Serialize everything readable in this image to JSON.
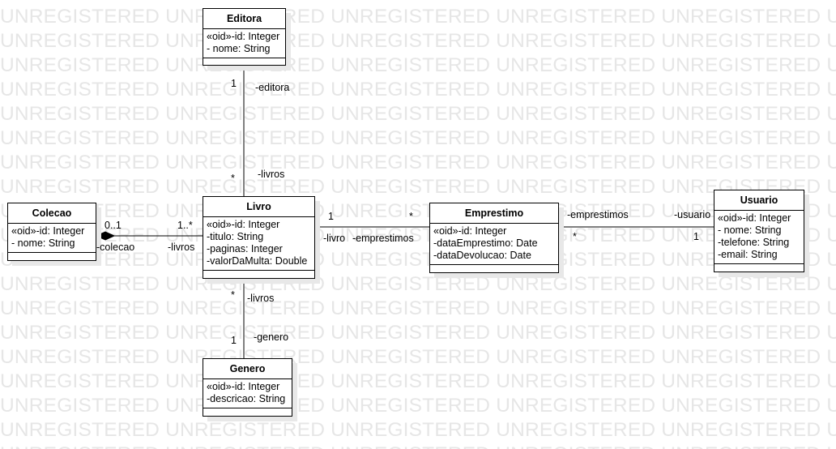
{
  "watermark": {
    "text": "UNREGISTERED"
  },
  "classes": {
    "editora": {
      "name": "Editora",
      "attrs": [
        "«oid»-id: Integer",
        "- nome: String"
      ]
    },
    "livro": {
      "name": "Livro",
      "attrs": [
        "«oid»-id: Integer",
        "-titulo: String",
        "-paginas: Integer",
        "-valorDaMulta: Double"
      ]
    },
    "colecao": {
      "name": "Colecao",
      "attrs": [
        "«oid»-id: Integer",
        "- nome: String"
      ]
    },
    "genero": {
      "name": "Genero",
      "attrs": [
        "«oid»-id: Integer",
        "-descricao: String"
      ]
    },
    "emprestimo": {
      "name": "Emprestimo",
      "attrs": [
        "«oid»-id: Integer",
        "-dataEmprestimo: Date",
        "-dataDevolucao: Date"
      ]
    },
    "usuario": {
      "name": "Usuario",
      "attrs": [
        "«oid»-id: Integer",
        "- nome: String",
        "-telefone: String",
        "-email: String"
      ]
    }
  },
  "associations": {
    "editora_livro": {
      "mult_top": "1",
      "role_top": "-editora",
      "mult_bottom": "*",
      "role_bottom": "-livros"
    },
    "colecao_livro": {
      "mult_left": "0..1",
      "role_left": "-colecao",
      "mult_right": "1..*",
      "role_right": "-livros"
    },
    "livro_emprestimo": {
      "mult_left": "1",
      "role_left": "-livro",
      "mult_right": "*",
      "role_right": "-emprestimos"
    },
    "emprestimo_usuario": {
      "role_left": "-emprestimos",
      "mult_left": "*",
      "role_right": "-usuario",
      "mult_right": "1"
    },
    "livro_genero": {
      "mult_top": "*",
      "role_top": "-livros",
      "mult_bottom": "1",
      "role_bottom": "-genero"
    }
  }
}
